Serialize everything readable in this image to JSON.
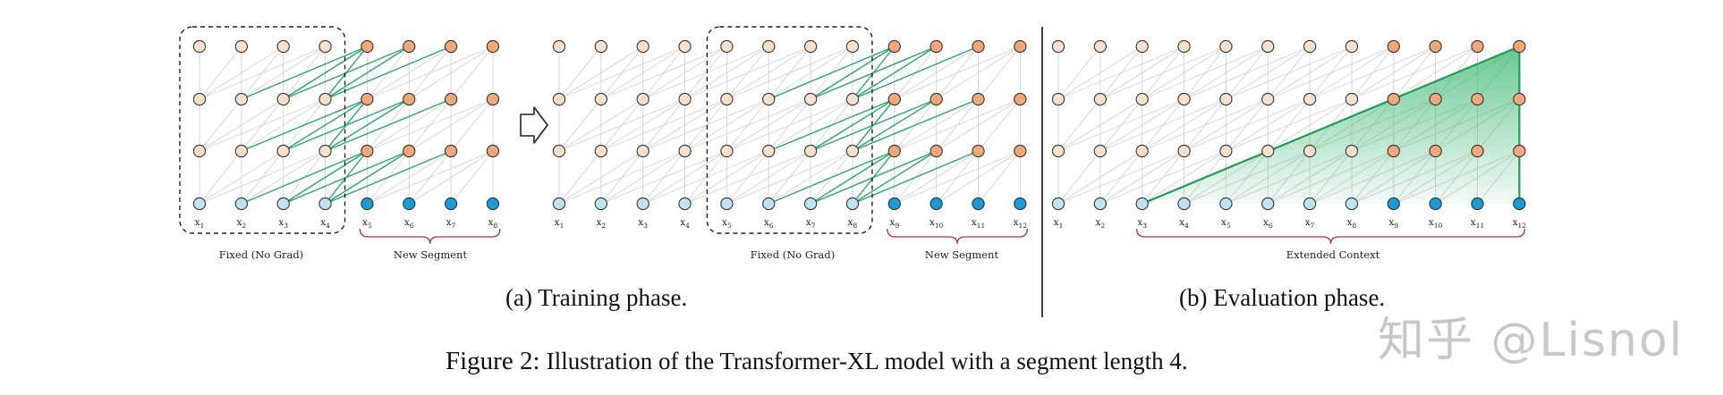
{
  "panels": {
    "train": {
      "caption": "(a) Training phase.",
      "braces": [
        {
          "label": "Fixed (No Grad)"
        },
        {
          "label": "New Segment"
        }
      ]
    },
    "eval": {
      "caption": "(b) Evaluation phase.",
      "braces": [
        {
          "label": "Extended Context"
        }
      ]
    }
  },
  "token_labels": {
    "train_a": [
      "x1",
      "x2",
      "x3",
      "x4",
      "x5",
      "x6",
      "x7",
      "x8"
    ],
    "train_b": [
      "x1",
      "x2",
      "x3",
      "x4",
      "x5",
      "x6",
      "x7",
      "x8",
      "x9",
      "x10",
      "x11",
      "x12"
    ],
    "eval": [
      "x1",
      "x2",
      "x3",
      "x4",
      "x5",
      "x6",
      "x7",
      "x8",
      "x9",
      "x10",
      "x11",
      "x12"
    ]
  },
  "figure_caption": {
    "label": "Figure 2:",
    "text": "Illustration of the Transformer-XL model with a segment length 4."
  },
  "watermark": "知乎 @Lisnol",
  "colors": {
    "hidden_old": "#f8e0cc",
    "hidden_new": "#f0a878",
    "input_old": "#bfe3f0",
    "input_new": "#1b9ad6",
    "attention": "#2aa86a",
    "grid": "#d2d2d2",
    "brace": "#b03030",
    "context_fill": "#49c07e"
  }
}
